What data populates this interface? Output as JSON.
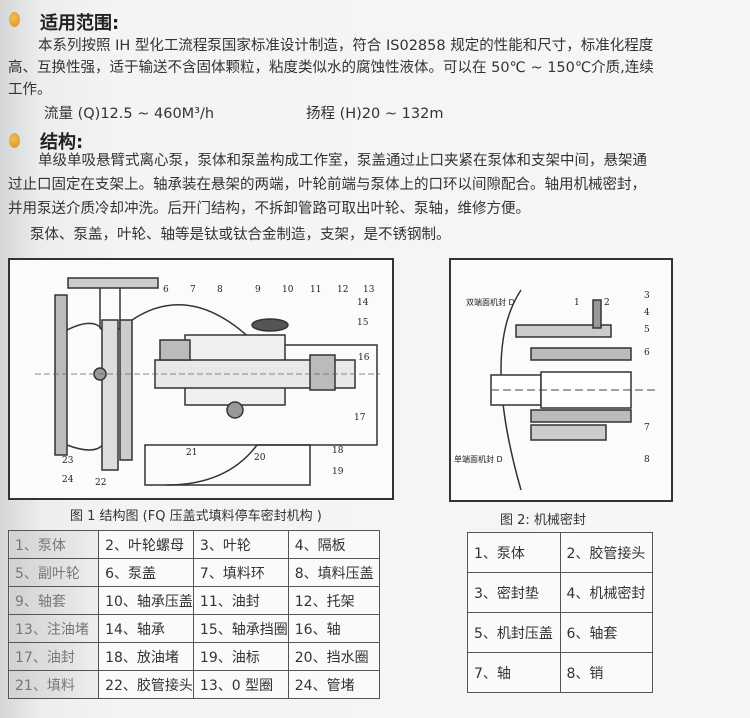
{
  "section1": {
    "heading": "适用范围:",
    "line1": "本系列按照 IH 型化工流程泵国家标准设计制造，符合 IS02858 规定的性能和尺寸，标准化程度",
    "line2": "高、互换性强，适于输送不含固体颗粒，粘度类似水的腐蚀性液体。可以在 50℃ ~ 150℃介质,连续",
    "line3": "工作。",
    "flow": "流量 (Q)12.5 ~ 460M³/h",
    "head": "扬程 (H)20 ~ 132m"
  },
  "section2": {
    "heading": "结构:",
    "line1": "单级单吸悬臂式离心泵，泵体和泵盖构成工作室，泵盖通过止口夹紧在泵体和支架中间，悬架通",
    "line2": "过止口固定在支架上。轴承装在悬架的两端，叶轮前端与泵体上的口环以间隙配合。轴用机械密封，",
    "line3": "并用泵送介质冷却冲洗。后开门结构，不拆卸管路可取出叶轮、泵轴，维修方便。",
    "line4": "泵体、泵盖，叶轮、轴等是钛或钛合金制造，支架，是不锈钢制。"
  },
  "figure1": {
    "caption": "图 1 结构图 (FQ 压盖式填料停车密封机构 )",
    "callouts": [
      "6",
      "7",
      "8",
      "9",
      "10",
      "11",
      "12",
      "13",
      "14",
      "15",
      "16",
      "17",
      "18",
      "19",
      "20",
      "21",
      "22",
      "23",
      "24"
    ],
    "table": [
      [
        "1、泵体",
        "2、叶轮螺母",
        "3、叶轮",
        "4、隔板"
      ],
      [
        "5、副叶轮",
        "6、泵盖",
        "7、填料环",
        "8、填料压盖"
      ],
      [
        "9、轴套",
        "10、轴承压盖",
        "11、油封",
        "12、托架"
      ],
      [
        "13、注油堵",
        "14、轴承",
        "15、轴承挡圈",
        "16、轴"
      ],
      [
        "17、油封",
        "18、放油堵",
        "19、油标",
        "20、挡水圈"
      ],
      [
        "21、填料",
        "22、胶管接头",
        "13、0 型圈",
        "24、管堵"
      ]
    ]
  },
  "figure2": {
    "caption": "图 2: 机械密封",
    "label_double": "双端面机封 D",
    "label_single": "单端面机封 D",
    "callouts": [
      "1",
      "2",
      "3",
      "4",
      "5",
      "6",
      "7",
      "8"
    ],
    "table": [
      [
        "1、泵体",
        "2、胶管接头"
      ],
      [
        "3、密封垫",
        "4、机械密封"
      ],
      [
        "5、机封压盖",
        "6、轴套"
      ],
      [
        "7、轴",
        "8、销"
      ]
    ]
  }
}
